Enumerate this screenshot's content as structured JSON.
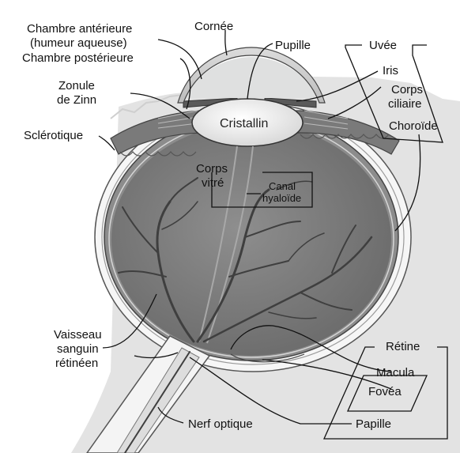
{
  "labels": {
    "chambre_anterieure_1": "Chambre antérieure",
    "chambre_anterieure_2": "(humeur aqueuse)",
    "chambre_posterieure": "Chambre postérieure",
    "cornee": "Cornée",
    "pupille": "Pupille",
    "uvee": "Uvée",
    "iris": "Iris",
    "corps_ciliaire_1": "Corps",
    "corps_ciliaire_2": "ciliaire",
    "choroide": "Choroïde",
    "zonule_1": "Zonule",
    "zonule_2": "de Zinn",
    "cristallin": "Cristallin",
    "sclerotique": "Sclérotique",
    "corps_vitre_1": "Corps",
    "corps_vitre_2": "vitré",
    "canal_1": "Canal",
    "canal_2": "hyaloïde",
    "vaisseau_1": "Vaisseau",
    "vaisseau_2": "sanguin",
    "vaisseau_3": "rétinéen",
    "retine": "Rétine",
    "macula": "Macula",
    "fovea": "Fovéa",
    "nerf_optique": "Nerf optique",
    "papille": "Papille"
  },
  "colors": {
    "orbit_bone": "#e3e3e3",
    "sclera": "#f6f6f6",
    "choroid": "#8c8c8c",
    "vitreous": "#7d7d7d",
    "lens": "#f2f2f2",
    "ink": "#111111"
  }
}
